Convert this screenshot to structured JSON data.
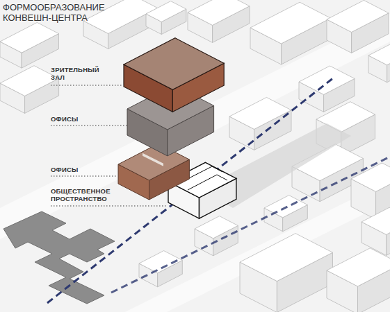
{
  "diagram": {
    "title": "ФОРМООБРАЗОВАНИЕ КОНВЕШН-ЦЕНТРА",
    "labels": [
      "ЗРИТЕЛЬНЫЙ ЗАЛ",
      "ОФИСЫ",
      "ОФИСЫ",
      "ОБЩЕСТВЕННОЕ ПРОСТРАНСТВО"
    ]
  }
}
